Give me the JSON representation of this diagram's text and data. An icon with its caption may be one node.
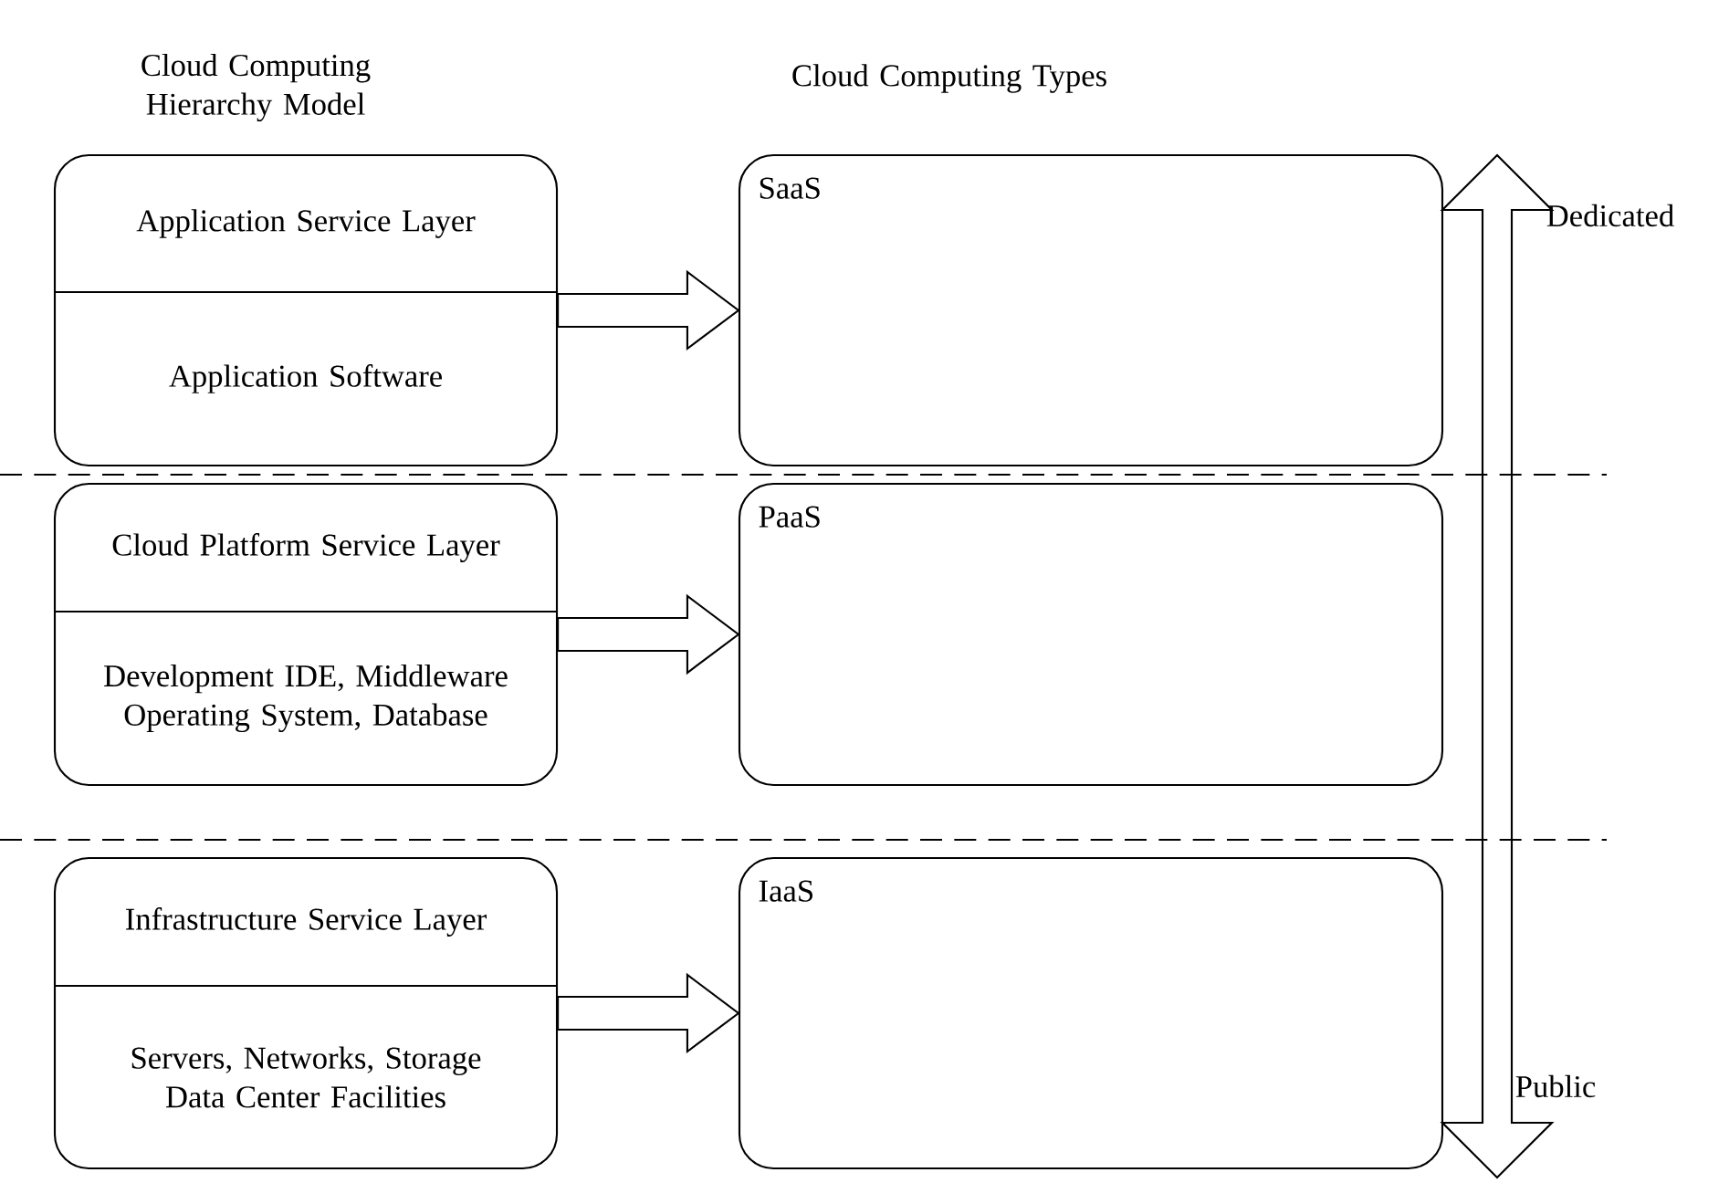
{
  "diagram": {
    "nodes": [
      {
        "text": [
          "Application Service Layer",
          "Application Software"
        ]
      },
      {
        "text": [
          "Cloud Platform Service Layer",
          "Development IDE, Middleware Operating System, Database"
        ]
      },
      {
        "text": [
          "Infrastructure Service Layer",
          "Servers, Networks, Storage Data Center Facilities"
        ]
      },
      {
        "text": [
          "SaaS"
        ]
      },
      {
        "text": [
          "PaaS"
        ]
      },
      {
        "text": [
          "IaaS"
        ]
      }
    ],
    "edges": [
      {
        "from": 0,
        "to": 3,
        "arrow": "to"
      },
      {
        "from": 1,
        "to": 4,
        "arrow": "to"
      },
      {
        "from": 2,
        "to": 5,
        "arrow": "to"
      }
    ],
    "labels": [
      "Cloud Computing Hierarchy Model",
      "Cloud Computing Types",
      "Dedicated",
      "Public"
    ]
  }
}
